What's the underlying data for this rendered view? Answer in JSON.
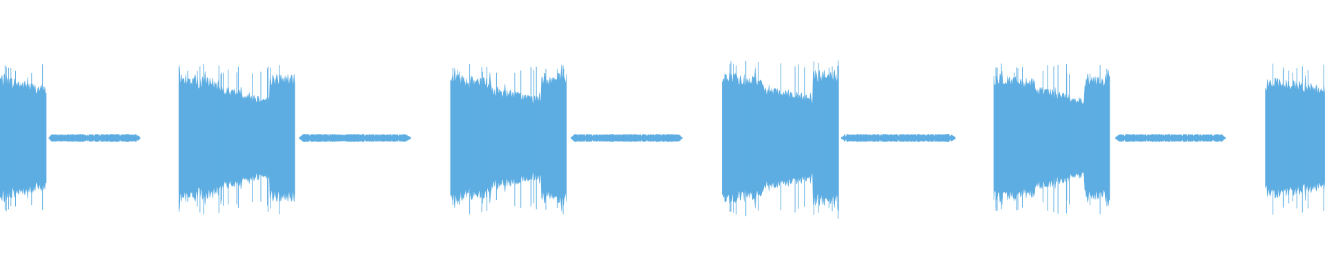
{
  "waveform": {
    "color": "#5dade2",
    "background": "#ffffff",
    "duration_s": 10.0,
    "segments": [
      {
        "kind": "burst",
        "start": 0.0,
        "end": 0.35,
        "level": 0.44,
        "profile": "decay-late-spike"
      },
      {
        "kind": "tone",
        "start": 0.37,
        "end": 1.06,
        "level": 0.02
      },
      {
        "kind": "burst",
        "start": 1.35,
        "end": 2.23,
        "level": 0.44,
        "profile": "shaped"
      },
      {
        "kind": "tone",
        "start": 2.26,
        "end": 3.1,
        "level": 0.02
      },
      {
        "kind": "burst",
        "start": 3.4,
        "end": 4.28,
        "level": 0.44,
        "profile": "shaped"
      },
      {
        "kind": "tone",
        "start": 4.31,
        "end": 5.15,
        "level": 0.02
      },
      {
        "kind": "burst",
        "start": 5.45,
        "end": 6.33,
        "level": 0.46,
        "profile": "shaped"
      },
      {
        "kind": "tone",
        "start": 6.35,
        "end": 7.21,
        "level": 0.02
      },
      {
        "kind": "burst",
        "start": 7.5,
        "end": 8.38,
        "level": 0.44,
        "profile": "shaped"
      },
      {
        "kind": "tone",
        "start": 8.42,
        "end": 9.25,
        "level": 0.02
      },
      {
        "kind": "burst",
        "start": 9.55,
        "end": 10.0,
        "level": 0.44,
        "profile": "attack"
      }
    ]
  }
}
